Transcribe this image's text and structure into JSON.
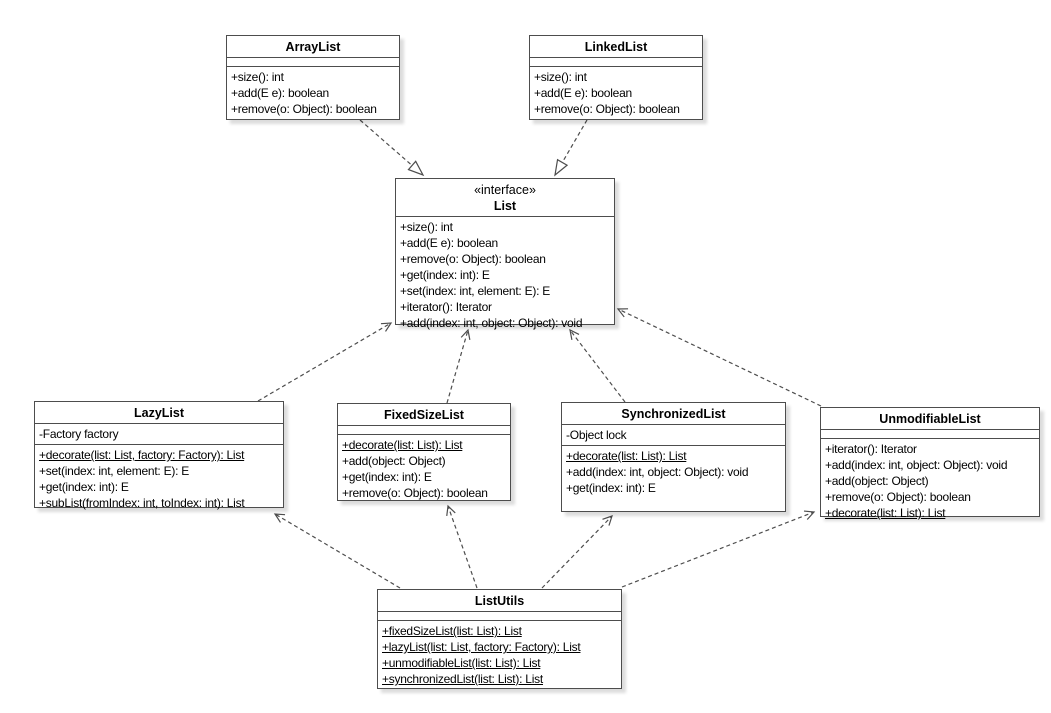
{
  "colors": {
    "line": "#4d4d4d",
    "box_fill": "#ffffff",
    "text": "#000000",
    "background": "#ffffff"
  },
  "classes": [
    {
      "name": "ArrayList",
      "stereotype": "",
      "attributes": [],
      "methods": [
        {
          "text": "+size(): int",
          "cls": ""
        },
        {
          "text": "+add(E e): boolean",
          "cls": ""
        },
        {
          "text": "+remove(o: Object): boolean",
          "cls": ""
        }
      ]
    },
    {
      "name": "LinkedList",
      "stereotype": "",
      "attributes": [],
      "methods": [
        {
          "text": "+size(): int",
          "cls": ""
        },
        {
          "text": "+add(E e): boolean",
          "cls": ""
        },
        {
          "text": "+remove(o: Object): boolean",
          "cls": ""
        }
      ]
    },
    {
      "name": "List",
      "stereotype": "«interface»",
      "attributes": [],
      "methods": [
        {
          "text": "+size(): int",
          "cls": ""
        },
        {
          "text": "+add(E e): boolean",
          "cls": ""
        },
        {
          "text": "+remove(o: Object): boolean",
          "cls": ""
        },
        {
          "text": "+get(index: int): E",
          "cls": ""
        },
        {
          "text": "+set(index: int, element: E): E",
          "cls": ""
        },
        {
          "text": "+iterator(): Iterator",
          "cls": ""
        },
        {
          "text": "+add(index: int, object: Object): void",
          "cls": ""
        }
      ]
    },
    {
      "name": "LazyList",
      "stereotype": "",
      "attributes": [
        {
          "text": "-Factory factory",
          "cls": ""
        }
      ],
      "methods": [
        {
          "text": "+decorate(list: List, factory: Factory): List",
          "cls": "u"
        },
        {
          "text": "+set(index: int, element: E): E",
          "cls": ""
        },
        {
          "text": "+get(index: int): E",
          "cls": ""
        },
        {
          "text": "+subList(fromIndex: int, toIndex: int): List",
          "cls": ""
        }
      ]
    },
    {
      "name": "FixedSizeList",
      "stereotype": "",
      "attributes": [],
      "methods": [
        {
          "text": "+decorate(list: List): List",
          "cls": "u"
        },
        {
          "text": "+add(object: Object)",
          "cls": ""
        },
        {
          "text": "+get(index: int): E",
          "cls": ""
        },
        {
          "text": "+remove(o: Object): boolean",
          "cls": ""
        }
      ]
    },
    {
      "name": "SynchronizedList",
      "stereotype": "",
      "attributes": [
        {
          "text": "-Object lock",
          "cls": ""
        }
      ],
      "methods": [
        {
          "text": "+decorate(list: List): List",
          "cls": "u"
        },
        {
          "text": "+add(index: int, object: Object): void",
          "cls": ""
        },
        {
          "text": "+get(index: int): E",
          "cls": ""
        }
      ]
    },
    {
      "name": "UnmodifiableList",
      "stereotype": "",
      "attributes": [],
      "methods": [
        {
          "text": "+iterator(): Iterator",
          "cls": ""
        },
        {
          "text": "+add(index: int, object: Object): void",
          "cls": ""
        },
        {
          "text": "+add(object: Object)",
          "cls": ""
        },
        {
          "text": "+remove(o: Object): boolean",
          "cls": ""
        },
        {
          "text": "+decorate(list: List): List",
          "cls": "u"
        }
      ]
    },
    {
      "name": "ListUtils",
      "stereotype": "",
      "attributes": [],
      "methods": [
        {
          "text": "+fixedSizeList(list: List): List",
          "cls": "u"
        },
        {
          "text": "+lazyList(list: List, factory: Factory): List",
          "cls": "u"
        },
        {
          "text": "+unmodifiableList(list: List): List",
          "cls": "u"
        },
        {
          "text": "+synchronizedList(list: List): List",
          "cls": "u"
        }
      ]
    }
  ],
  "relationships": [
    {
      "from": "ArrayList",
      "to": "List",
      "type": "realization"
    },
    {
      "from": "LinkedList",
      "to": "List",
      "type": "realization"
    },
    {
      "from": "LazyList",
      "to": "List",
      "type": "dependency"
    },
    {
      "from": "FixedSizeList",
      "to": "List",
      "type": "dependency"
    },
    {
      "from": "SynchronizedList",
      "to": "List",
      "type": "dependency"
    },
    {
      "from": "UnmodifiableList",
      "to": "List",
      "type": "dependency"
    },
    {
      "from": "ListUtils",
      "to": "LazyList",
      "type": "dependency"
    },
    {
      "from": "ListUtils",
      "to": "FixedSizeList",
      "type": "dependency"
    },
    {
      "from": "ListUtils",
      "to": "SynchronizedList",
      "type": "dependency"
    },
    {
      "from": "ListUtils",
      "to": "UnmodifiableList",
      "type": "dependency"
    }
  ]
}
